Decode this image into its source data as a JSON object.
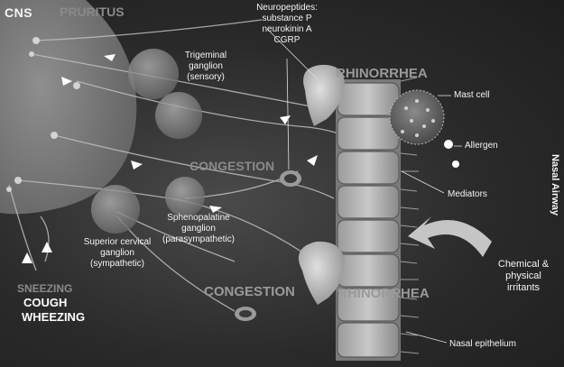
{
  "labels": {
    "cns": "CNS",
    "pruritus": "PRURITUS",
    "neuropeptides": [
      "Neuropeptides:",
      "substance P",
      "neurokinin A",
      "CGRP"
    ],
    "trigeminal": [
      "Trigeminal",
      "ganglion",
      "(sensory)"
    ],
    "rhinorrhea_top": "RHINORRHEA",
    "rhinorrhea_bottom": "RHINORRHEA",
    "mast_cell": "Mast cell",
    "allergen": "Allergen",
    "nasal_airway": "Nasal Airway",
    "congestion_top": "CONGESTION",
    "congestion_bottom": "CONGESTION",
    "sphenopalatine": [
      "Sphenopalatine",
      "ganglion",
      "(parasympathetic)"
    ],
    "mediators": "Mediators",
    "superior_cervical": [
      "Superior cervical",
      "ganglion",
      "(sympathetic)"
    ],
    "chemical": [
      "Chemical &",
      "physical",
      "irritants"
    ],
    "sneezing": "SNEEZING",
    "cough": "COUGH",
    "wheezing": "WHEEZING",
    "nasal_epithelium": "Nasal epithelium"
  },
  "colors": {
    "background": "#2c2c2c",
    "cns_region": "#8c8c8c",
    "label_text": "#f4f4f4",
    "ghost_text": "#8a8a8a"
  }
}
